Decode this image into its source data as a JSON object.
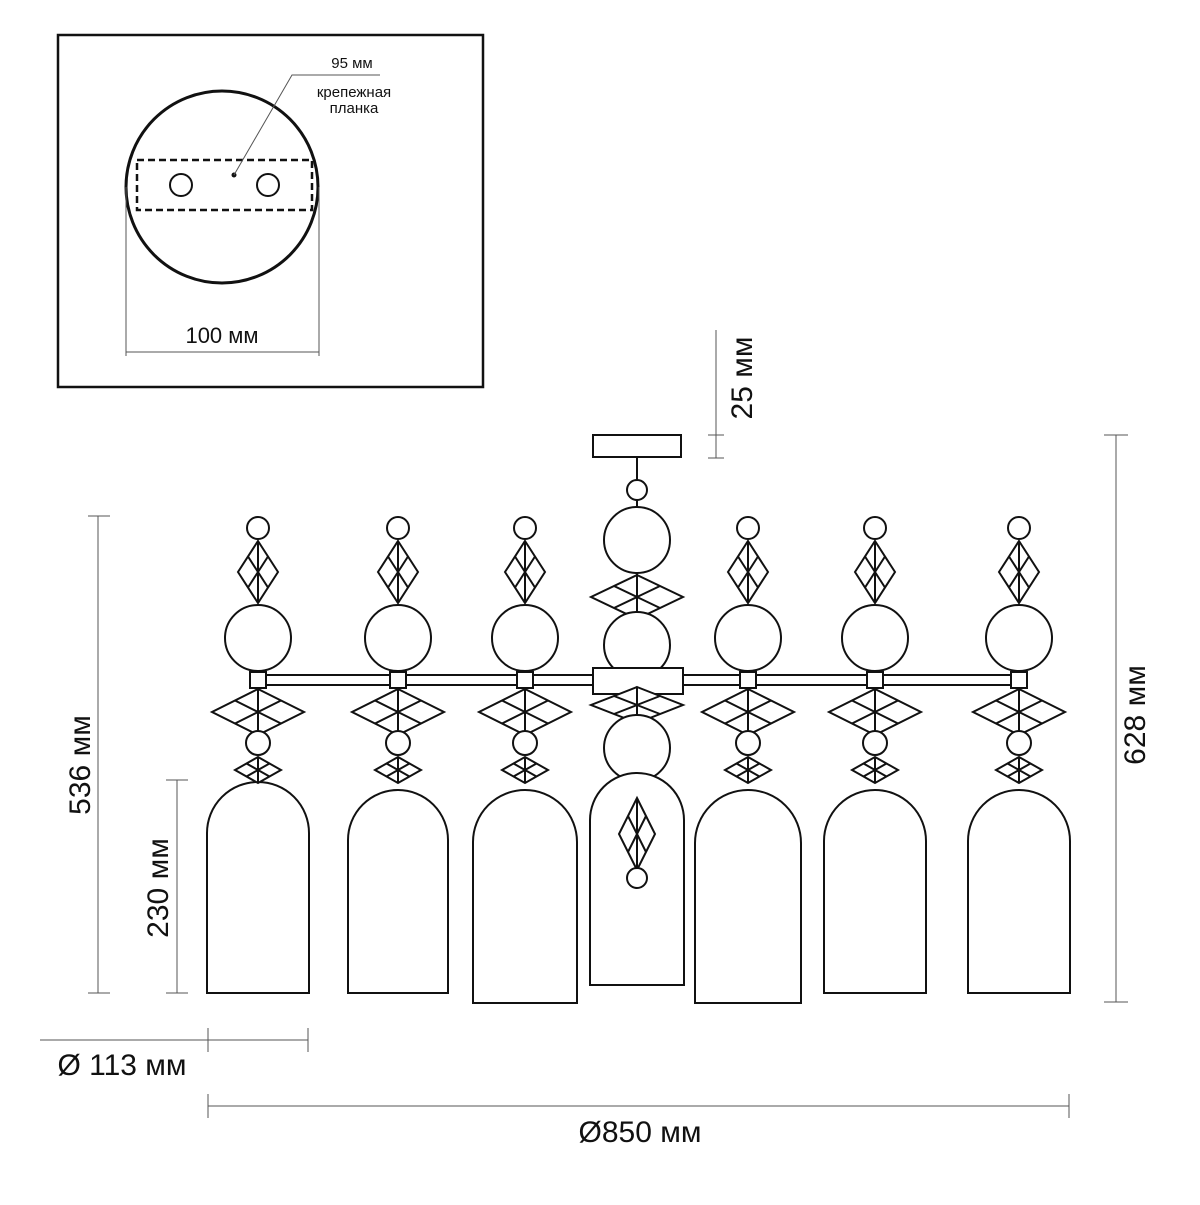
{
  "inset": {
    "plate_width_label": "95 мм",
    "plate_name_line1": "крепежная",
    "plate_name_line2": "планка",
    "base_diameter_label": "100 мм"
  },
  "dimensions": {
    "canopy_height": "25 мм",
    "total_height": "628 мм",
    "body_height": "536 мм",
    "shade_height": "230 мм",
    "shade_diameter": "Ø 113 мм",
    "total_diameter": "Ø850 мм"
  },
  "colors": {
    "line": "#111111",
    "background": "#ffffff"
  }
}
